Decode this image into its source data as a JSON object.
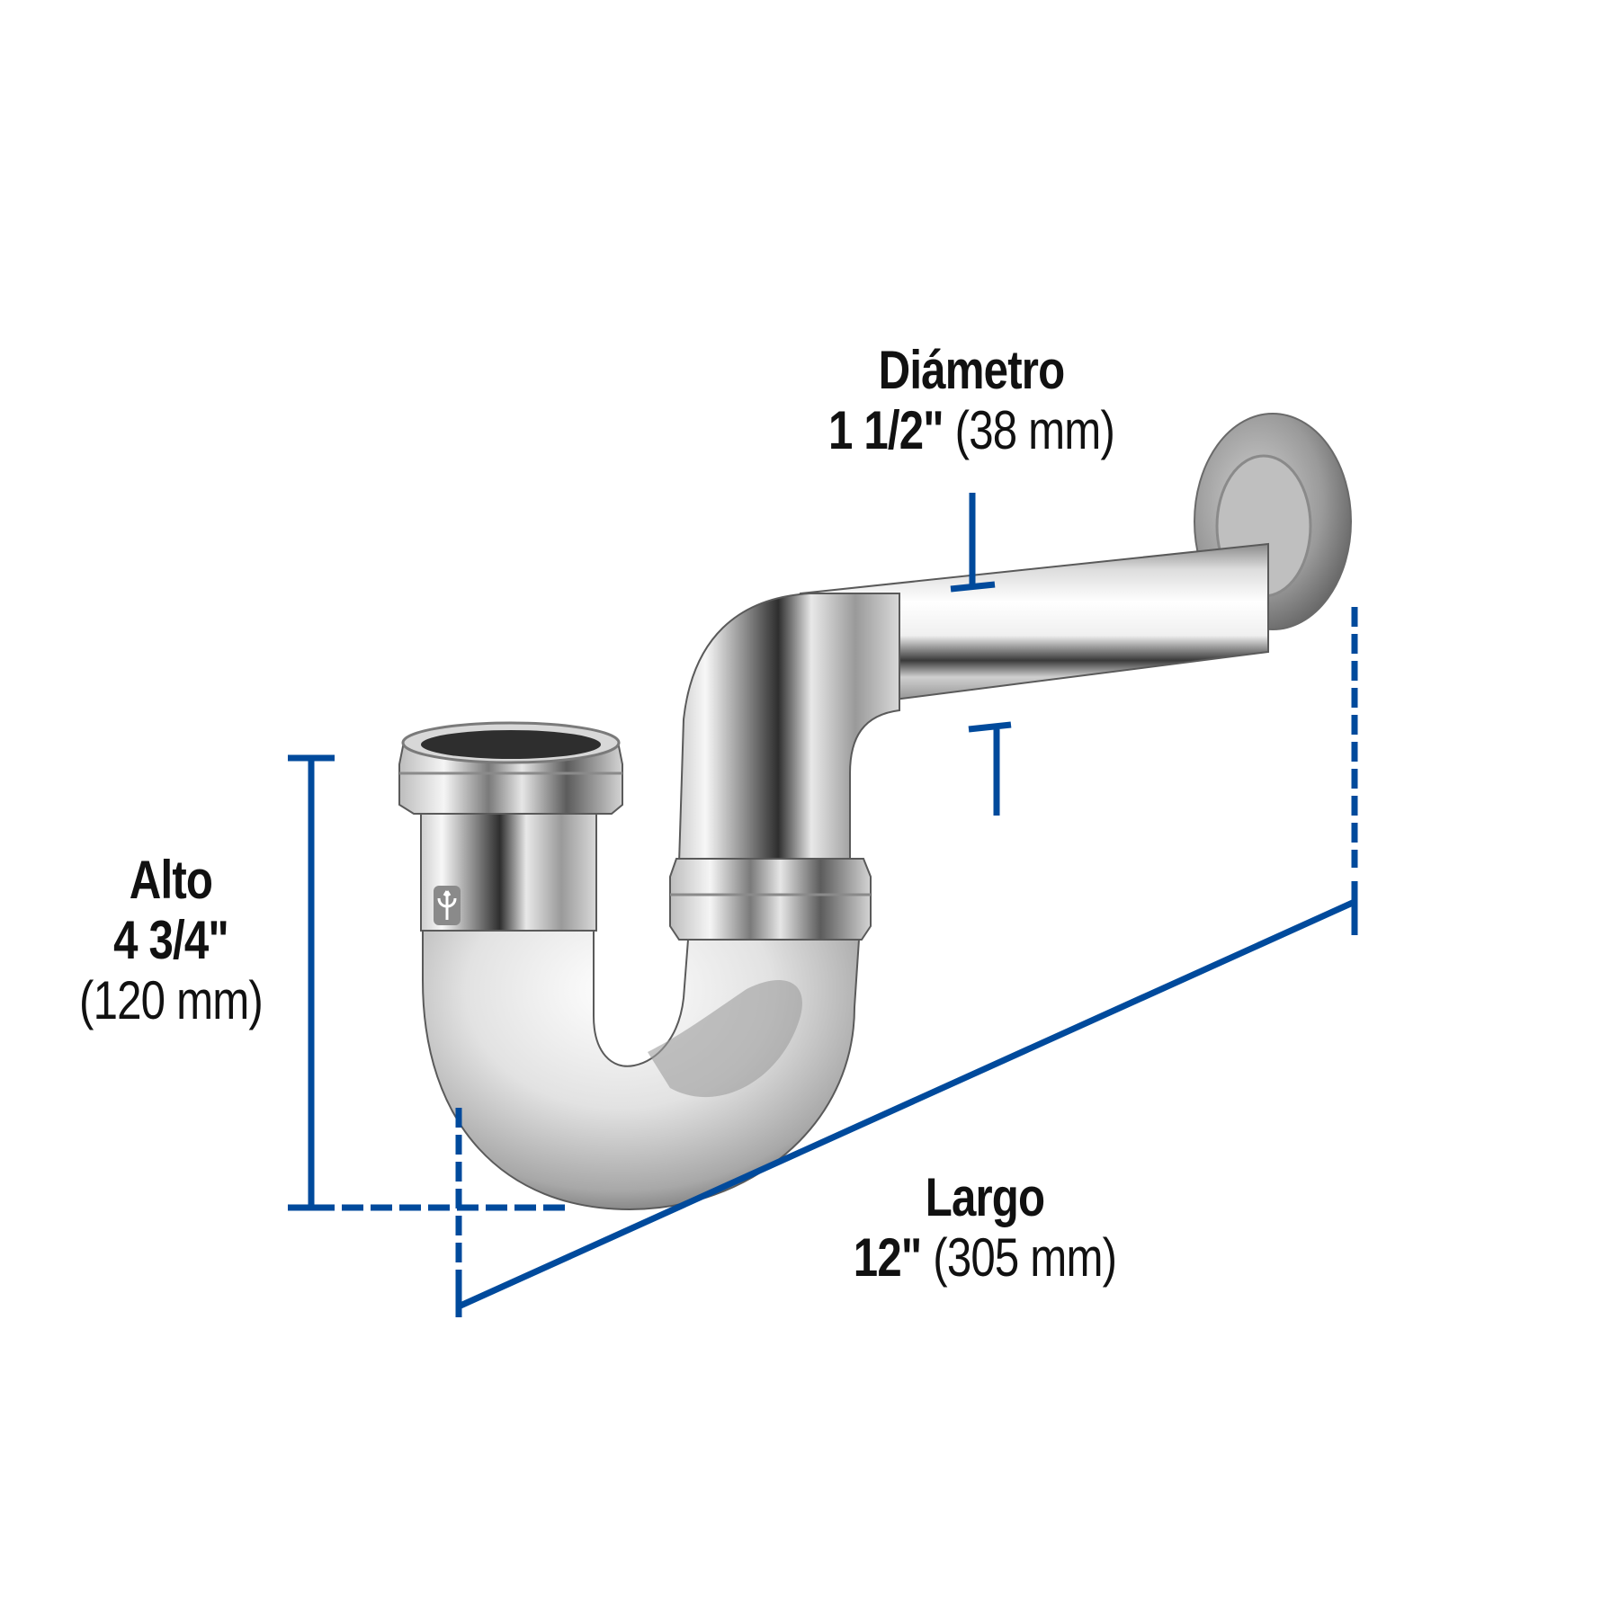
{
  "product": {
    "name": "P-trap drain pipe",
    "finish": "chrome",
    "logo_icon": "trident-logo-icon"
  },
  "colors": {
    "dimension_line": "#004a9c",
    "text": "#111111",
    "background": "#ffffff",
    "chrome_light": "#f2f2f2",
    "chrome_mid": "#b9b9b9",
    "chrome_dark": "#4a4a4a"
  },
  "dimensions": {
    "diameter": {
      "title": "Diámetro",
      "imperial": "1 1/2\"",
      "metric": "(38 mm)"
    },
    "height": {
      "title": "Alto",
      "imperial": "4 3/4\"",
      "metric": "(120 mm)"
    },
    "length": {
      "title": "Largo",
      "imperial": "12\"",
      "metric": "(305 mm)"
    }
  }
}
